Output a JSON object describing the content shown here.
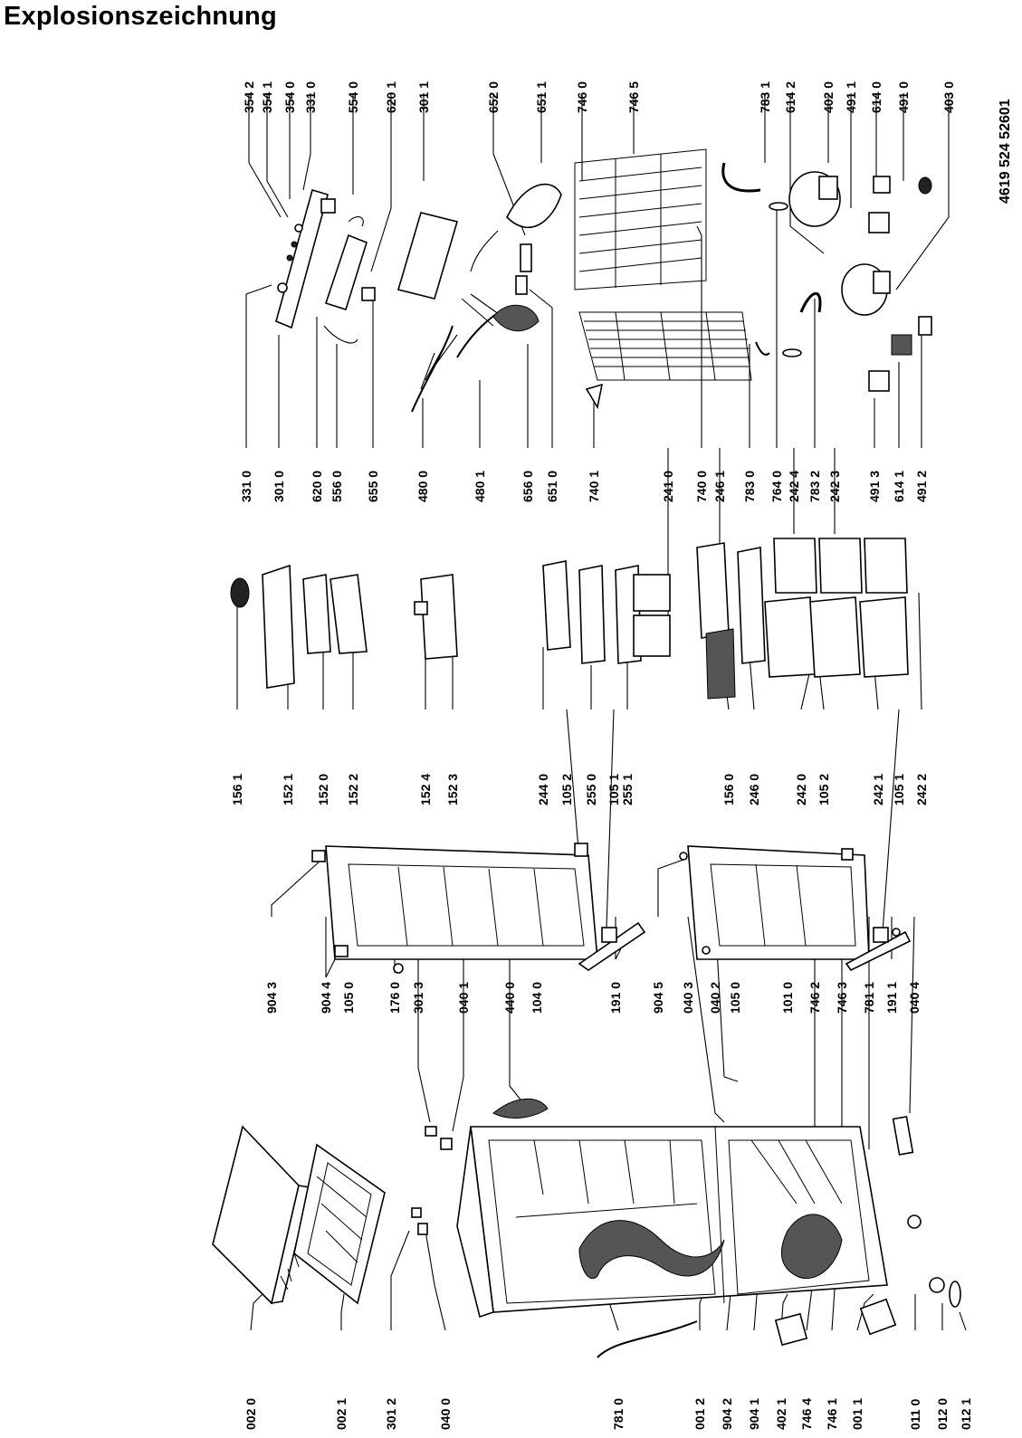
{
  "title": "Explosionszeichnung",
  "document_number": "4619 524 52601",
  "columns": [
    {
      "labels": [
        "002 0",
        "002 1",
        "301 2",
        "040 0",
        "781 0",
        "001 2",
        "904 2",
        "904 1",
        "402 1",
        "746 4",
        "746 1",
        "001 1",
        "011 0",
        "012 0",
        "012 1"
      ]
    },
    {
      "labels": [
        "904 3",
        "904 4",
        "105 0",
        "176 0",
        "301 3",
        "040 1",
        "440 0",
        "104 0",
        "191 0",
        "904 5",
        "040 3",
        "040 2",
        "105 0",
        "101 0",
        "746 2",
        "746 3",
        "781 1",
        "191 1",
        "040 4"
      ]
    },
    {
      "labels": [
        "156 1",
        "152 1",
        "152 0",
        "152 2",
        "152 4",
        "152 3",
        "244 0",
        "105 2",
        "255 0",
        "105 1",
        "255 1",
        "156 0",
        "246 0",
        "242 0",
        "105 2",
        "242 1",
        "105 1",
        "242 2"
      ]
    },
    {
      "labels": [
        "331 0",
        "301 0",
        "620 0",
        "556 0",
        "655 0",
        "480 0",
        "480 1",
        "656 0",
        "651 0",
        "740 1",
        "241 0",
        "740 0",
        "246 1",
        "783 0",
        "764 0",
        "242 4",
        "783 2",
        "242 3",
        "491 3",
        "614 1",
        "491 2"
      ]
    },
    {
      "labels": [
        "354 2",
        "354 1",
        "354 0",
        "331 0",
        "554 0",
        "620 1",
        "301 1",
        "652 0",
        "651 1",
        "746 0",
        "746 5",
        "783 1",
        "614 2",
        "402 0",
        "491 1",
        "614 0",
        "491 0",
        "403 0"
      ]
    }
  ]
}
